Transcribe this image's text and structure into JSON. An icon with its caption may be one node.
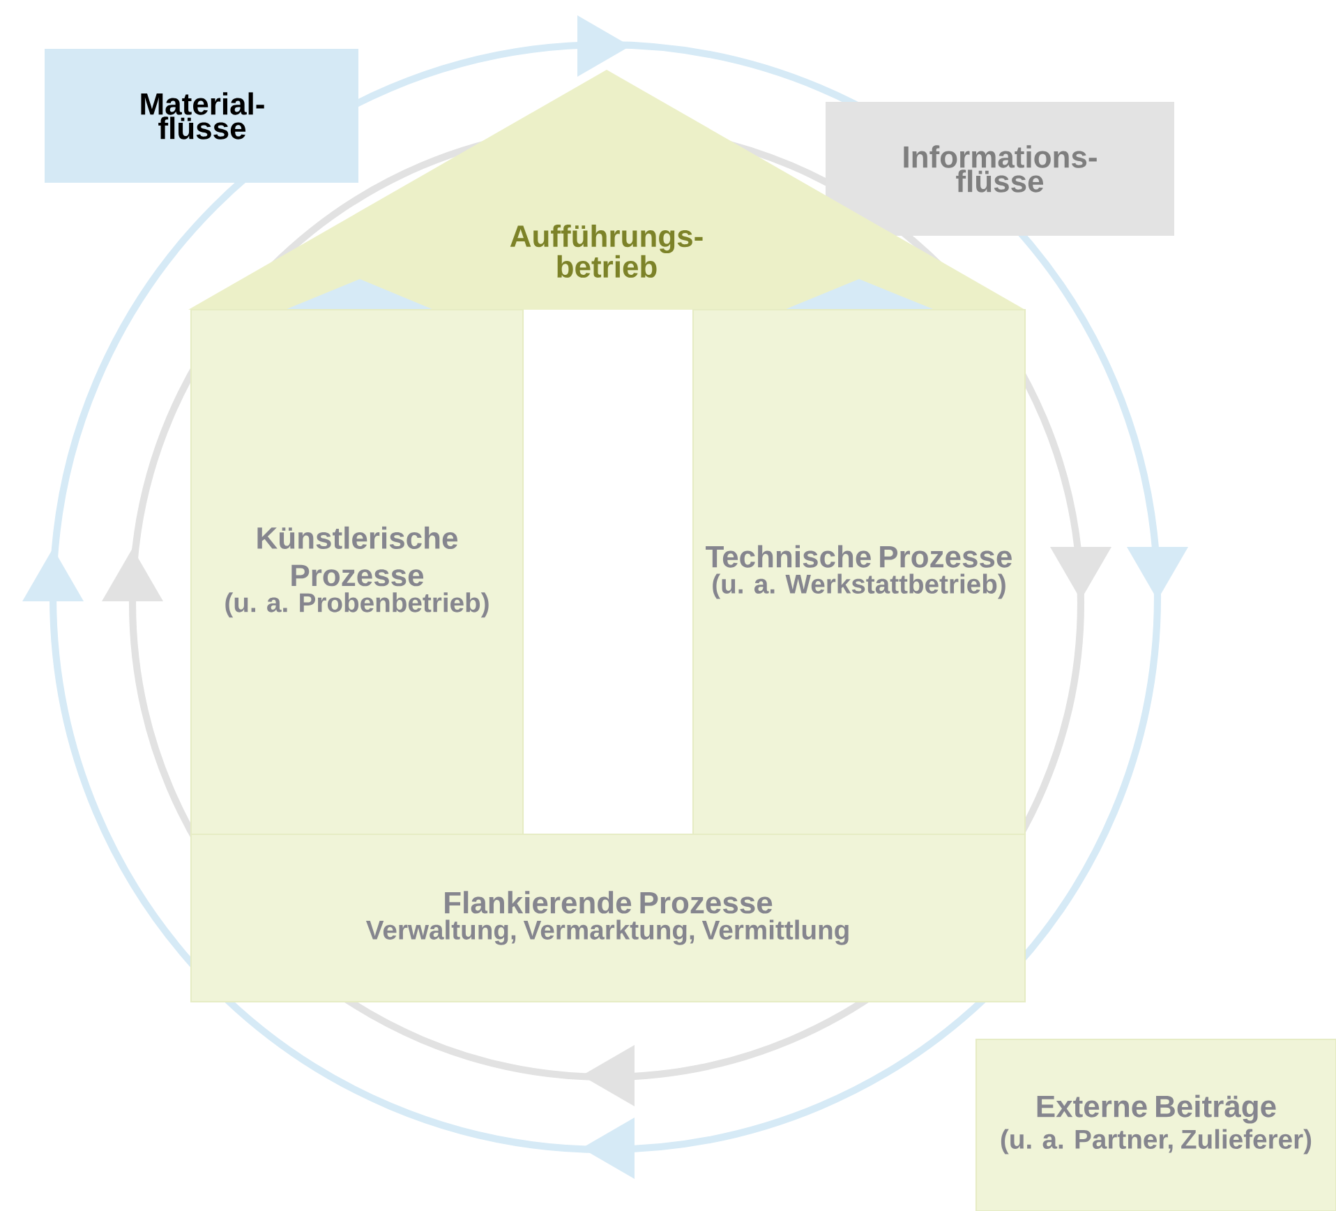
{
  "diagram": {
    "nodes": [
      {
        "text": [
          "Material-flüsse"
        ]
      },
      {
        "text": [
          "Informations-flüsse"
        ]
      },
      {
        "text": [
          "Aufführungs-betrieb"
        ]
      },
      {
        "text": [
          "Künstlerische Prozesse",
          "(u. a. Probenbetrieb)"
        ]
      },
      {
        "text": [
          "Technische Prozesse",
          "(u. a. Werkstattbetrieb)"
        ]
      },
      {
        "text": [
          "Flankierende Prozesse",
          "Verwaltung, Vermarktung, Vermittlung"
        ]
      },
      {
        "text": [
          "Externe Beiträge",
          "(u. a. Partner, Zulieferer)"
        ]
      }
    ]
  }
}
